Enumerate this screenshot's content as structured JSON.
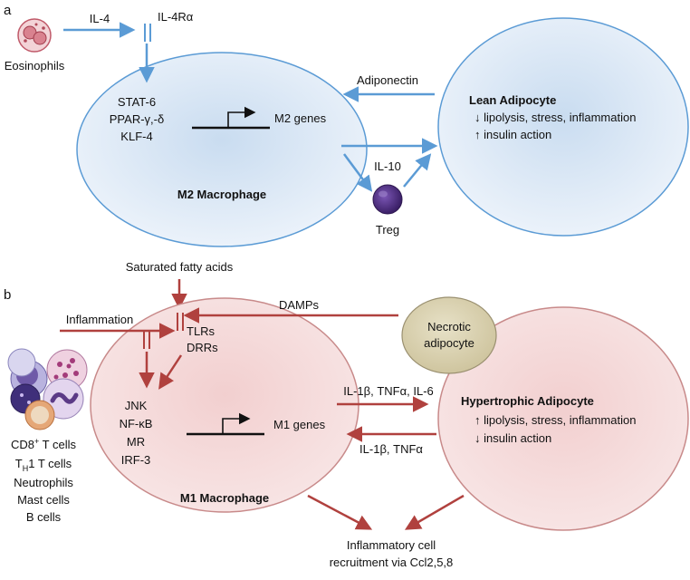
{
  "panel_a": {
    "letter": "a",
    "eosinophils": "Eosinophils",
    "il4": "IL-4",
    "il4r": "IL-4Rα",
    "factors": [
      "STAT-6",
      "PPAR-γ,-δ",
      "KLF-4"
    ],
    "m2_genes": "M2 genes",
    "macrophage": "M2 Macrophage",
    "adiponectin": "Adiponectin",
    "il10": "IL-10",
    "treg": "Treg",
    "adipocyte_title": "Lean Adipocyte",
    "adipocyte_lines": [
      "↓ lipolysis, stress, inflammation",
      "↑ insulin action"
    ],
    "colors": {
      "arrow": "#5b9bd5",
      "cell_fill": "#dde9f6",
      "cell_stroke": "#5b9bd5",
      "treg": "#4b2a7d"
    }
  },
  "panel_b": {
    "letter": "b",
    "saturated": "Saturated fatty acids",
    "inflammation": "Inflammation",
    "damps": "DAMPs",
    "receptors": [
      "TLRs",
      "DRRs"
    ],
    "necrotic": [
      "Necrotic",
      "adipocyte"
    ],
    "factors": [
      "JNK",
      "NF-κB",
      "MR",
      "IRF-3"
    ],
    "m1_genes": "M1 genes",
    "macrophage": "M1 Macrophage",
    "cytokines_out": "IL-1β, TNFα, IL-6",
    "cytokines_in": "IL-1β, TNFα",
    "adipocyte_title": "Hypertrophic Adipocyte",
    "adipocyte_lines": [
      "↑ lipolysis, stress, inflammation",
      "↓ insulin action"
    ],
    "cells_list": {
      "cd8": "CD8",
      "cd8_sup": "+",
      "cd8_rest": " T cells",
      "th": "T",
      "th_sub": "H",
      "th_rest": "1 T cells",
      "others": [
        "Neutrophils",
        "Mast cells",
        "B cells"
      ]
    },
    "recruitment": [
      "Inflammatory cell",
      "recruitment via Ccl2,5,8"
    ],
    "colors": {
      "arrow": "#b0413e",
      "cell_fill": "#f6dede",
      "cell_stroke": "#c88a8a",
      "necrotic_fill": "#d9d2b4"
    }
  }
}
